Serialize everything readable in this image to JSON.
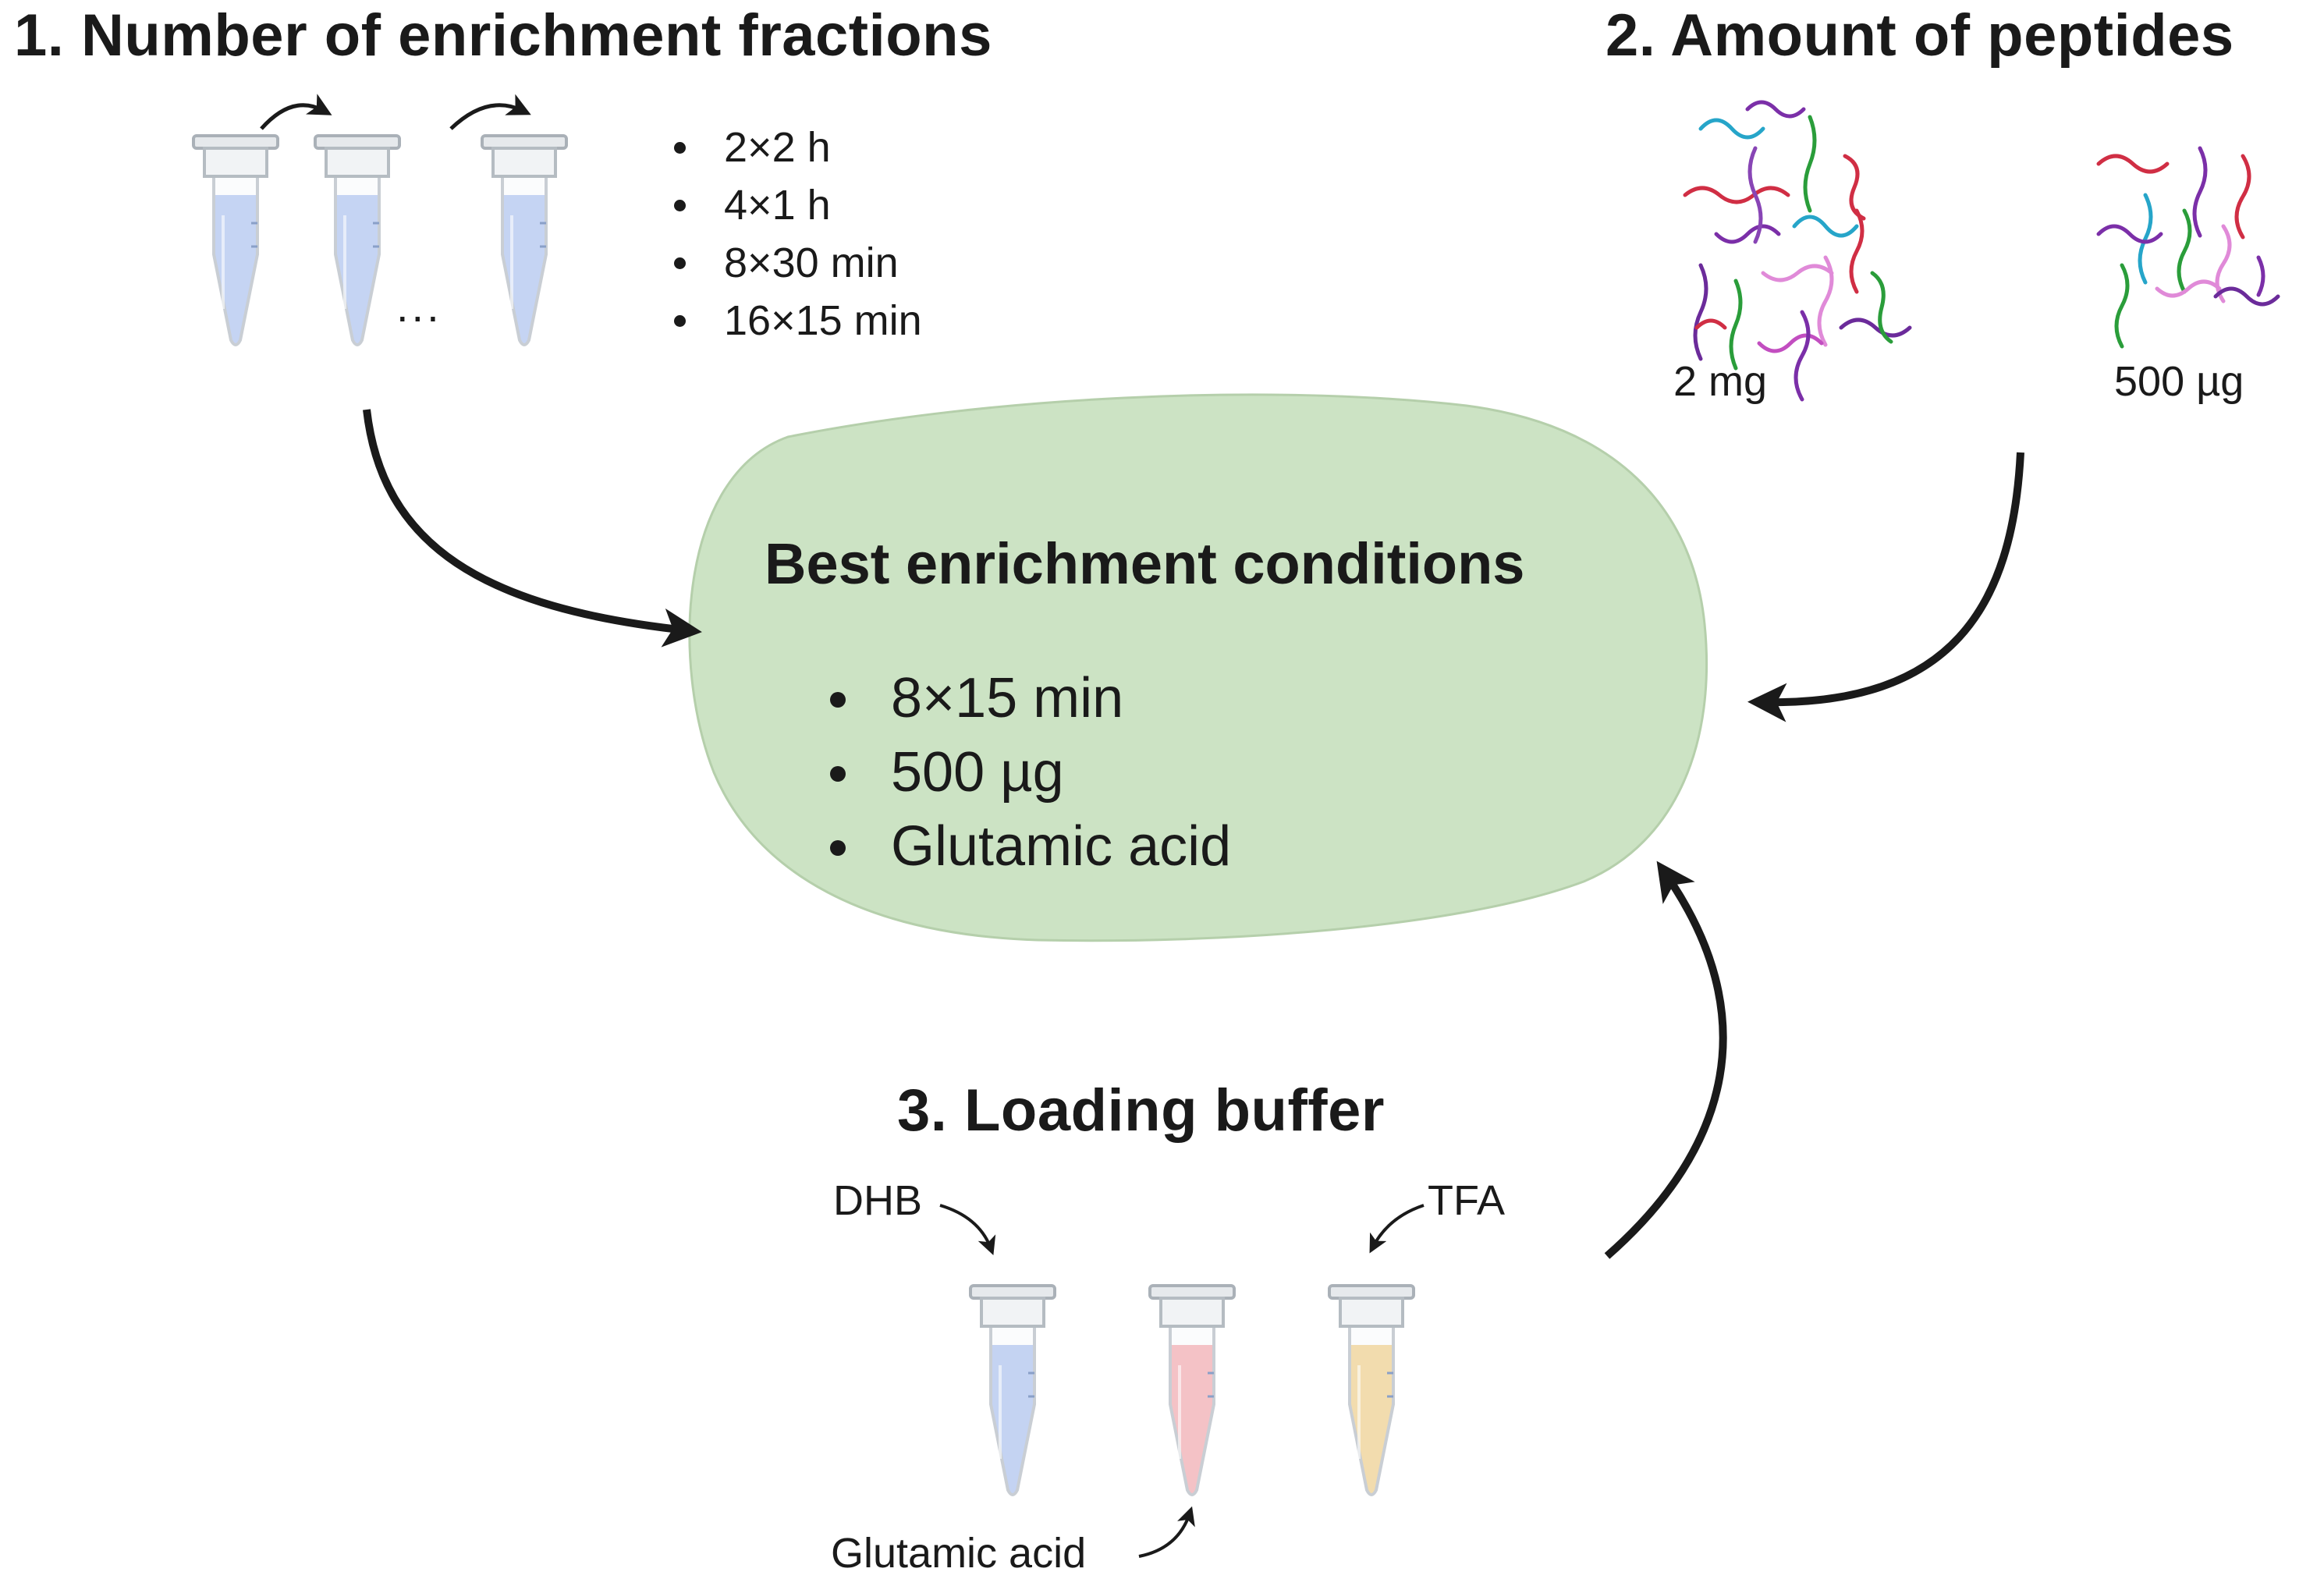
{
  "section1": {
    "title": "1.  Number of enrichment fractions",
    "ellipsis": "...",
    "items": [
      "2×2 h",
      "4×1 h",
      "8×30 min",
      "16×15 min"
    ]
  },
  "section2": {
    "title": "2.  Amount of peptides",
    "labels": [
      "2 mg",
      "500 µg"
    ]
  },
  "center": {
    "title": "Best enrichment conditions",
    "items": [
      "8×15 min",
      "500 µg",
      "Glutamic acid"
    ],
    "fill_color": "#cce3c4"
  },
  "section3": {
    "title": "3.  Loading buffer",
    "labels": {
      "dhb": "DHB",
      "tfa": "TFA",
      "glutamic": "Glutamic acid"
    },
    "tube_colors": {
      "dhb": "#c4d3f2",
      "glutamic": "#f4c2c6",
      "tfa": "#f2dcae"
    }
  },
  "icons": {
    "tube": "microcentrifuge-tube-icon",
    "peptide": "peptide-strand-icon",
    "arrow": "curved-arrow-icon"
  }
}
